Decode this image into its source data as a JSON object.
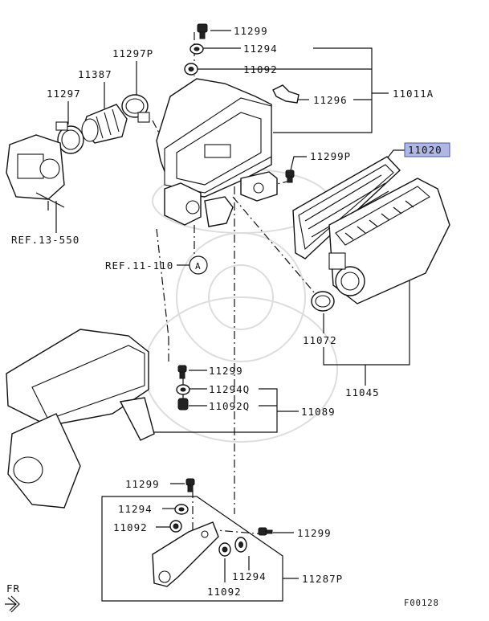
{
  "callouts": {
    "c11299_top": "11299",
    "c11294_top": "11294",
    "c11092_top": "11092",
    "c11296": "11296",
    "c11011A": "11011A",
    "c11297P": "11297P",
    "c11387": "11387",
    "c11297": "11297",
    "c11299P": "11299P",
    "c11020": "11020",
    "ref13_550": "REF.13-550",
    "ref11_110": "REF.11-110",
    "circleA": "A",
    "c11072": "11072",
    "c11045": "11045",
    "c11299_mid": "11299",
    "c11294Q": "11294Q",
    "c11092Q": "11092Q",
    "c11089": "11089",
    "c11299_low": "11299",
    "c11294_box": "11294",
    "c11092_box": "11092",
    "c11299_right": "11299",
    "c11294_bottom": "11294",
    "c11092_bottom": "11092",
    "c11287P": "11287P"
  },
  "footer": {
    "fr_label": "FR",
    "figure_code": "F00128"
  },
  "colors": {
    "highlight_fill": "#aeb7e6",
    "highlight_border": "#4a55a0"
  }
}
